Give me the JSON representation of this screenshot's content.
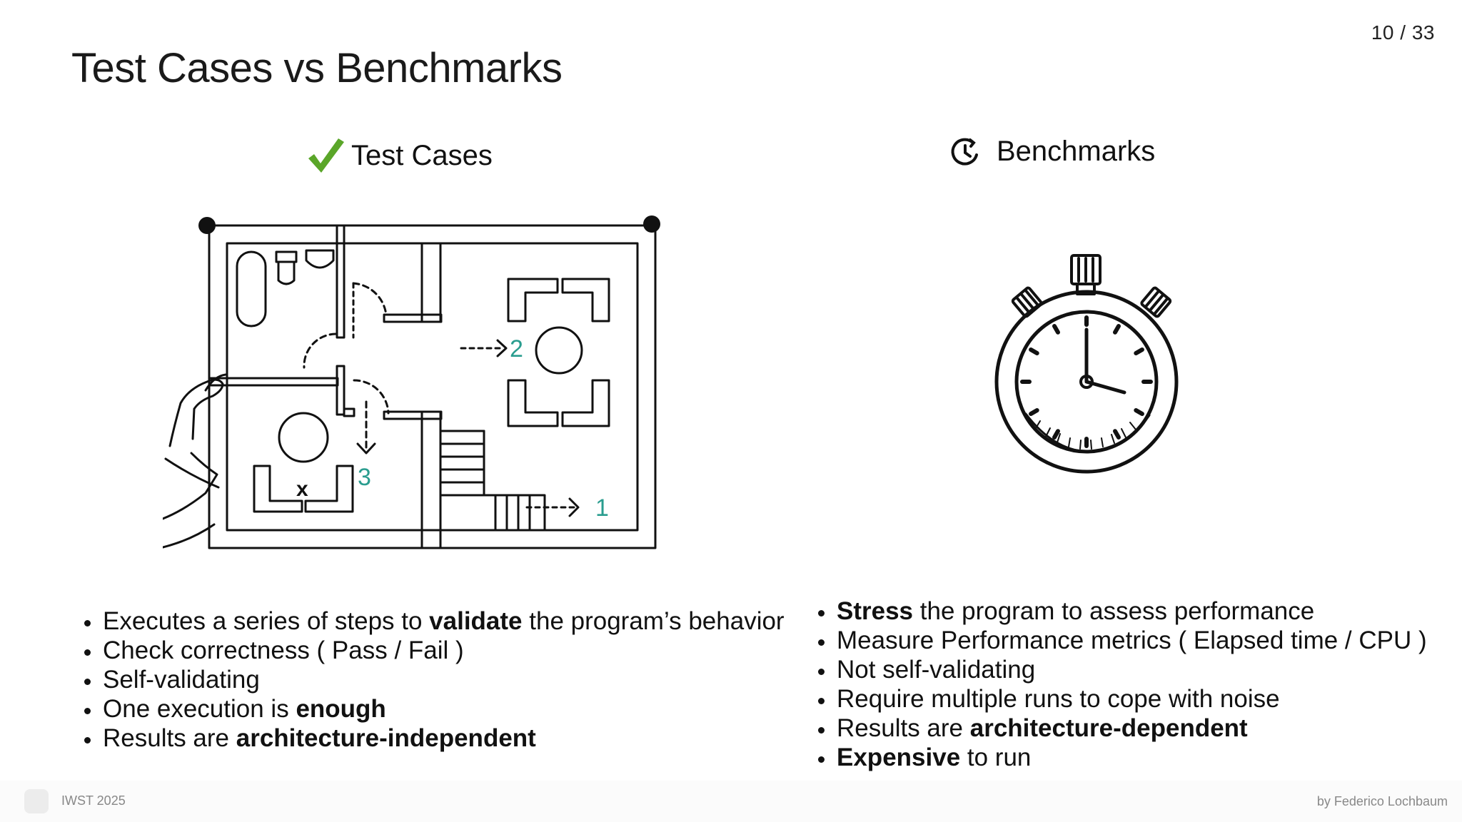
{
  "page_counter": "10 / 33",
  "title": "Test Cases vs Benchmarks",
  "colors": {
    "check": "#5aa629",
    "route_numbers": "#2a9d8f",
    "text": "#111111",
    "footer_text": "#888888"
  },
  "left_column": {
    "heading": "Test Cases",
    "heading_icon": "checkmark-icon",
    "illustration": {
      "kind": "floor-plan-sketch",
      "route_labels": [
        "1",
        "2",
        "3"
      ],
      "marker": "x"
    },
    "bullets": [
      {
        "parts": [
          {
            "t": "Executes a series of steps to ",
            "b": false
          },
          {
            "t": "validate",
            "b": true
          },
          {
            "t": " the program’s behavior",
            "b": false
          }
        ]
      },
      {
        "parts": [
          {
            "t": "Check correctness ( Pass / Fail )",
            "b": false
          }
        ]
      },
      {
        "parts": [
          {
            "t": "Self-validating",
            "b": false
          }
        ]
      },
      {
        "parts": [
          {
            "t": "One execution is ",
            "b": false
          },
          {
            "t": "enough",
            "b": true
          }
        ]
      },
      {
        "parts": [
          {
            "t": "Results are ",
            "b": false
          },
          {
            "t": "architecture-independent",
            "b": true
          }
        ]
      }
    ]
  },
  "right_column": {
    "heading": "Benchmarks",
    "heading_icon": "clock-history-icon",
    "illustration": {
      "kind": "stopwatch-sketch"
    },
    "bullets": [
      {
        "parts": [
          {
            "t": "Stress",
            "b": true
          },
          {
            "t": " the program to assess performance",
            "b": false
          }
        ]
      },
      {
        "parts": [
          {
            "t": "Measure Performance metrics ( Elapsed time / CPU )",
            "b": false
          }
        ]
      },
      {
        "parts": [
          {
            "t": "Not self-validating",
            "b": false
          }
        ]
      },
      {
        "parts": [
          {
            "t": "Require multiple runs to cope with noise",
            "b": false
          }
        ]
      },
      {
        "parts": [
          {
            "t": "Results are ",
            "b": false
          },
          {
            "t": "architecture-dependent",
            "b": true
          }
        ]
      },
      {
        "parts": [
          {
            "t": "Expensive",
            "b": true
          },
          {
            "t": " to run",
            "b": false
          }
        ]
      }
    ]
  },
  "footer": {
    "left_text": "IWST 2025",
    "right_text": "by Federico Lochbaum"
  }
}
